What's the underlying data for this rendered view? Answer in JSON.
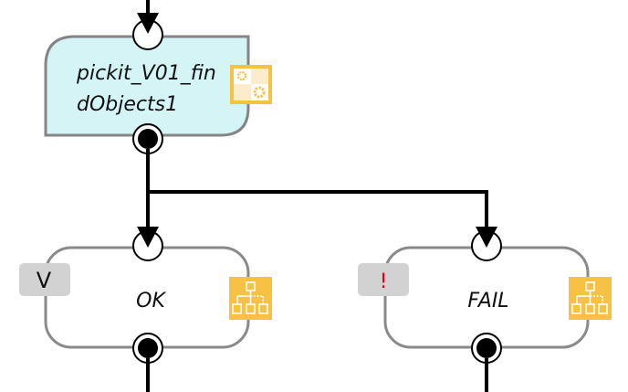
{
  "diagram": {
    "nodes": {
      "find_objects": {
        "label_line1": "pickit_V01_fin",
        "label_line2": "dObjects1",
        "icon": "gear-puzzle-icon",
        "fill": "#d4f4f6",
        "border": "#808080"
      },
      "ok": {
        "label": "OK",
        "badge": "V",
        "badge_color": "#111111",
        "icon": "hierarchy-icon",
        "fill": "#ffffff",
        "border": "#8a8a8a"
      },
      "fail": {
        "label": "FAIL",
        "badge": "!",
        "badge_color": "#e8001c",
        "icon": "hierarchy-icon",
        "fill": "#ffffff",
        "border": "#8a8a8a"
      }
    },
    "edges": [
      {
        "from": "find_objects",
        "to": "ok"
      },
      {
        "from": "find_objects",
        "to": "fail"
      }
    ],
    "colors": {
      "icon_fill": "#f7c244",
      "badge_bg": "#d2d2d2",
      "connector": "#000000"
    }
  }
}
